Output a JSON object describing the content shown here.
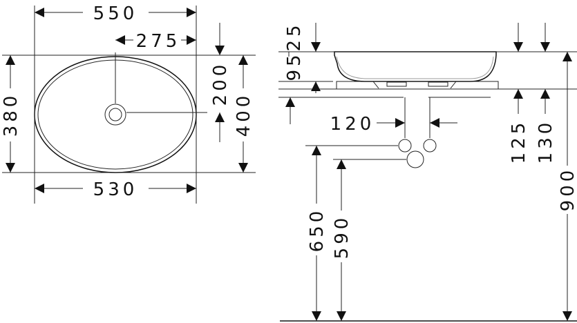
{
  "drawing": {
    "top_view": {
      "overall_length": "550",
      "half_length": "275",
      "inner_length": "530",
      "inner_width": "380",
      "overall_width": "400",
      "drain_offset": "200"
    },
    "side_view": {
      "rim_offset": "25",
      "bowl_height": "95",
      "drain_spacing": "120",
      "drain_height_a": "125",
      "drain_height_b": "130",
      "supply_height": "650",
      "waste_height": "590",
      "counter_height": "900"
    }
  }
}
